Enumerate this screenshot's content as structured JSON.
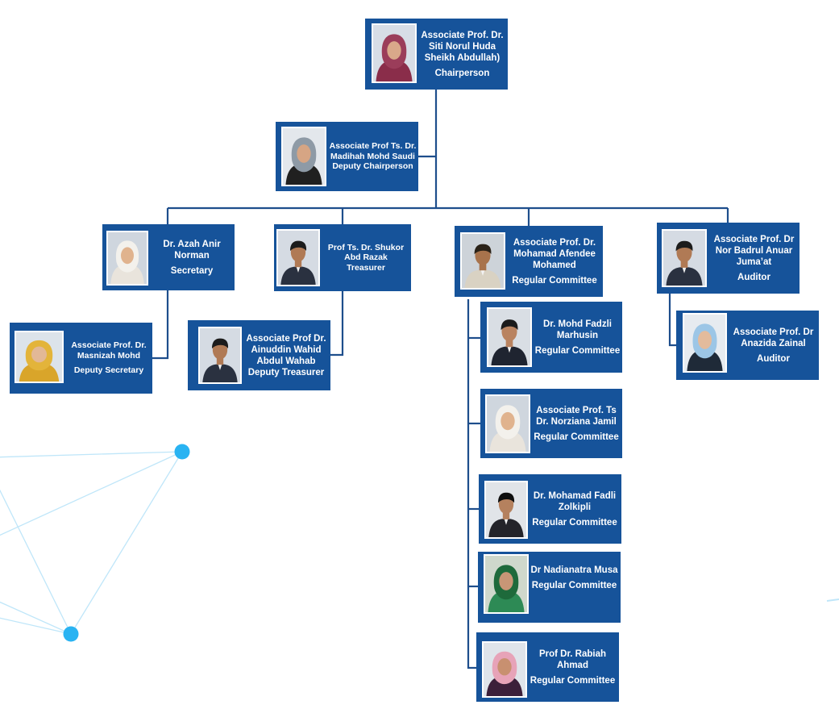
{
  "members": [
    {
      "id": "chair",
      "name": "Associate Prof. Dr.\nSiti Norul Huda\nSheikh Abdullah)",
      "role": "Chairperson",
      "avatar": "avatar-hijab-maroon-icon"
    },
    {
      "id": "deputy-chair",
      "name": "Associate Prof Ts. Dr.\nMadihah Mohd Saudi",
      "role": "Deputy Chairperson",
      "avatar": "avatar-hijab-grey-icon"
    },
    {
      "id": "secretary",
      "name": "Dr. Azah Anir\nNorman",
      "role": "Secretary",
      "avatar": "avatar-hijab-white-icon"
    },
    {
      "id": "treasurer",
      "name": "Prof Ts. Dr.  Shukor\nAbd Razak",
      "role": "Treasurer",
      "avatar": "avatar-man-suit-icon"
    },
    {
      "id": "committee-1",
      "name": "Associate Prof. Dr.\nMohamad Afendee\nMohamed",
      "role": "Regular Committee",
      "avatar": "avatar-man-beard-icon"
    },
    {
      "id": "auditor-1",
      "name": "Associate Prof. Dr\nNor Badrul Anuar\nJuma’at",
      "role": "Auditor",
      "avatar": "avatar-man-suit-icon"
    },
    {
      "id": "deputy-secretary",
      "name": "Associate Prof. Dr.\nMasnizah Mohd",
      "role": "Deputy Secretary",
      "avatar": "avatar-hijab-yellow-icon"
    },
    {
      "id": "deputy-treasurer",
      "name": "Associate Prof Dr.\nAinuddin Wahid\nAbdul Wahab",
      "role": "Deputy Treasurer",
      "avatar": "avatar-man-suit-icon"
    },
    {
      "id": "committee-2",
      "name": "Dr. Mohd Fadzli\nMarhusin",
      "role": "Regular Committee",
      "avatar": "avatar-man-glasses-icon"
    },
    {
      "id": "auditor-2",
      "name": "Associate Prof. Dr\nAnazida Zainal",
      "role": "Auditor",
      "avatar": "avatar-hijab-lightblue-icon"
    },
    {
      "id": "committee-3",
      "name": "Associate Prof. Ts\nDr. Norziana Jamil",
      "role": "Regular Committee",
      "avatar": "avatar-hijab-white-icon"
    },
    {
      "id": "committee-4",
      "name": "Dr. Mohamad Fadli\nZolkipli",
      "role": "Regular Committee",
      "avatar": "avatar-man-songkok-icon"
    },
    {
      "id": "committee-5",
      "name": "Dr Nadianatra Musa",
      "role": "Regular Committee",
      "avatar": "avatar-hijab-green-icon"
    },
    {
      "id": "committee-6",
      "name": "Prof Dr. Rabiah\nAhmad",
      "role": "Regular Committee",
      "avatar": "avatar-hijab-pink-icon"
    }
  ],
  "colors": {
    "card": "#16539a",
    "connector": "#1e4e8c",
    "network_node": "#29b3f2",
    "network_line": "#bfe6f9"
  },
  "avatar_palette": {
    "avatar-hijab-maroon-icon": {
      "head": "#9b3d5a",
      "body": "#8a2d4a",
      "face": "#d9a88a",
      "bg": "#d7dde6"
    },
    "avatar-hijab-grey-icon": {
      "head": "#8e9aa6",
      "body": "#202020",
      "face": "#d6a584",
      "bg": "#e3e7ec"
    },
    "avatar-hijab-white-icon": {
      "head": "#f3f1ec",
      "body": "#e9e4dc",
      "face": "#e0b38e",
      "bg": "#cfd6de"
    },
    "avatar-hijab-yellow-icon": {
      "head": "#e3b43a",
      "body": "#d9a52a",
      "face": "#e2b896",
      "bg": "#dce3ea"
    },
    "avatar-hijab-lightblue-icon": {
      "head": "#9cc6e6",
      "body": "#1f2a38",
      "face": "#e3bb9c",
      "bg": "#e6ebf0"
    },
    "avatar-hijab-green-icon": {
      "head": "#1e6a3b",
      "body": "#2d8a55",
      "face": "#c89676",
      "bg": "#cfd8cc"
    },
    "avatar-hijab-pink-icon": {
      "head": "#e7a3b8",
      "body": "#3c1f3a",
      "face": "#c89070",
      "bg": "#dfe4ea"
    },
    "avatar-man-suit-icon": {
      "head": "#1c1c1c",
      "body": "#2a3140",
      "face": "#b07a55",
      "bg": "#d5dbe3"
    },
    "avatar-man-beard-icon": {
      "head": "#2a2218",
      "body": "#d9d2c3",
      "face": "#a8734c",
      "bg": "#cdd3d9"
    },
    "avatar-man-glasses-icon": {
      "head": "#1b1b1b",
      "body": "#1f2430",
      "face": "#b98360",
      "bg": "#d9dee4"
    },
    "avatar-man-songkok-icon": {
      "head": "#0f0f0f",
      "body": "#24242a",
      "face": "#b5815e",
      "bg": "#e1e4e8"
    }
  }
}
